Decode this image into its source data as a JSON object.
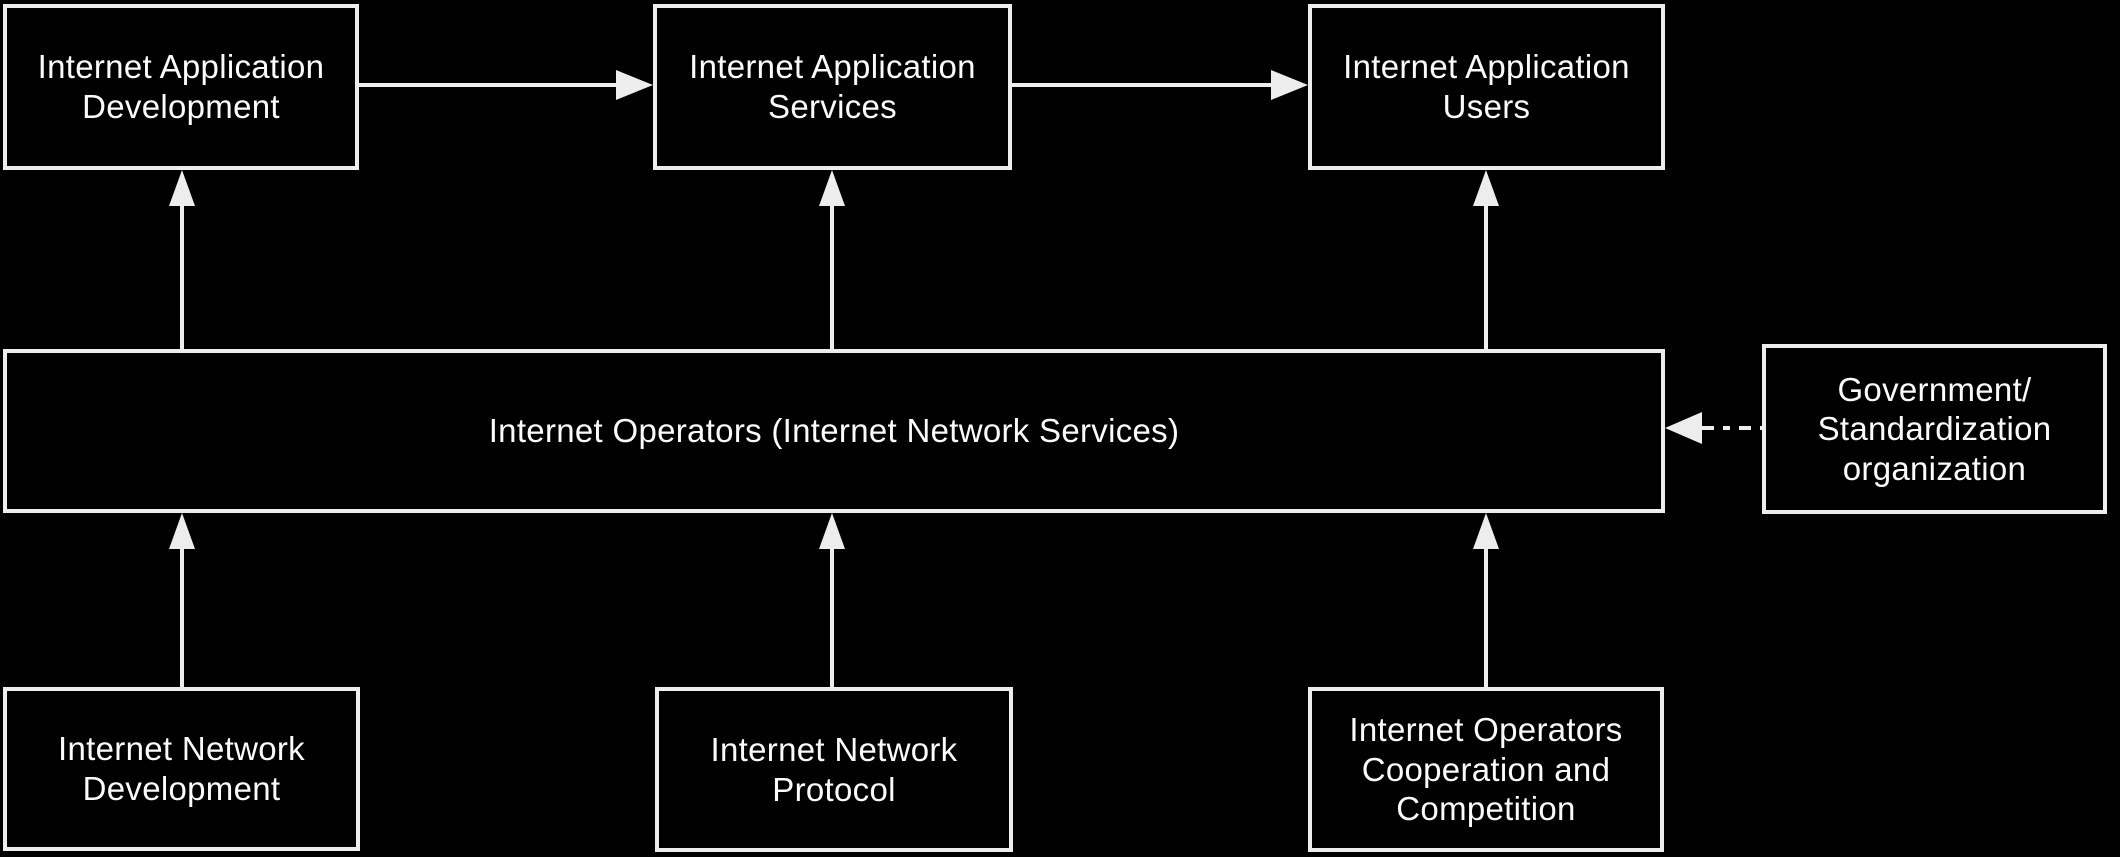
{
  "colors": {
    "bg": "#000000",
    "line": "#ededed",
    "text": "#fbfbfb"
  },
  "boxes": {
    "app_dev": {
      "label": "Internet Application\nDevelopment"
    },
    "app_services": {
      "label": "Internet Application\nServices"
    },
    "app_users": {
      "label": "Internet Application\nUsers"
    },
    "operators": {
      "label": "Internet Operators (Internet Network Services)"
    },
    "government": {
      "label": "Government/\nStandardization\norganization"
    },
    "net_dev": {
      "label": "Internet Network\nDevelopment"
    },
    "net_protocol": {
      "label": "Internet Network\nProtocol"
    },
    "coop": {
      "label": "Internet Operators\nCooperation and\nCompetition"
    }
  },
  "edges": [
    {
      "from": "app_dev",
      "to": "app_services",
      "style": "solid",
      "direction": "right"
    },
    {
      "from": "app_services",
      "to": "app_users",
      "style": "solid",
      "direction": "right"
    },
    {
      "from": "operators",
      "to": "app_dev",
      "style": "solid",
      "direction": "up"
    },
    {
      "from": "operators",
      "to": "app_services",
      "style": "solid",
      "direction": "up"
    },
    {
      "from": "operators",
      "to": "app_users",
      "style": "solid",
      "direction": "up"
    },
    {
      "from": "net_dev",
      "to": "operators",
      "style": "solid",
      "direction": "up"
    },
    {
      "from": "net_protocol",
      "to": "operators",
      "style": "solid",
      "direction": "up"
    },
    {
      "from": "coop",
      "to": "operators",
      "style": "solid",
      "direction": "up"
    },
    {
      "from": "government",
      "to": "operators",
      "style": "dash-dot",
      "direction": "left"
    }
  ]
}
